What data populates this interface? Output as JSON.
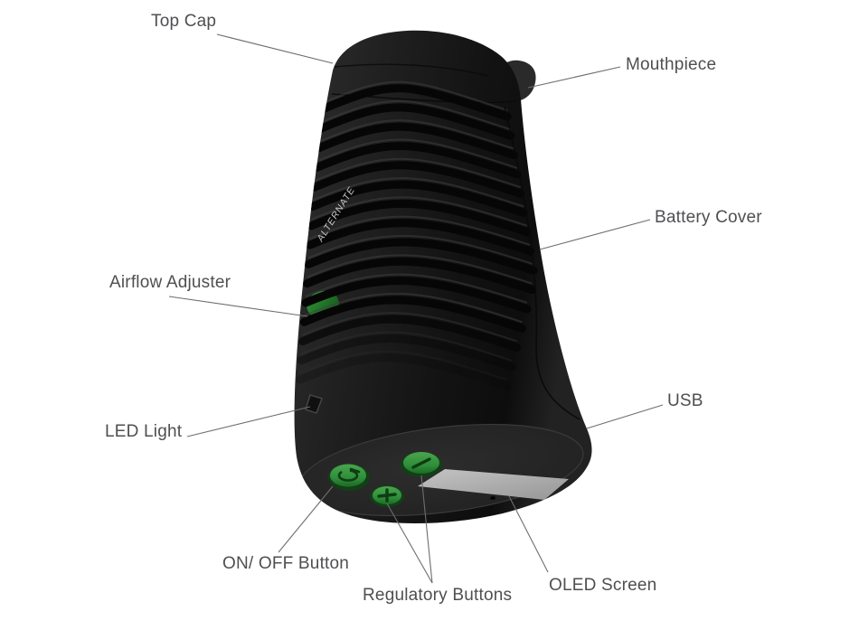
{
  "device": {
    "brand_text": "ALTERNATE",
    "accent_green": "#2f8f3a",
    "body_color": "#1c1c1c",
    "screen_color": "#b5b5b5"
  },
  "callouts": {
    "top_cap": {
      "label": "Top Cap"
    },
    "mouthpiece": {
      "label": "Mouthpiece"
    },
    "battery_cover": {
      "label": "Battery Cover"
    },
    "airflow_adjuster": {
      "label": "Airflow Adjuster"
    },
    "usb": {
      "label": "USB"
    },
    "led_light": {
      "label": "LED Light"
    },
    "on_off_button": {
      "label": "ON/ OFF Button"
    },
    "regulatory_buttons": {
      "label": "Regulatory Buttons"
    },
    "oled_screen": {
      "label": "OLED Screen"
    }
  }
}
